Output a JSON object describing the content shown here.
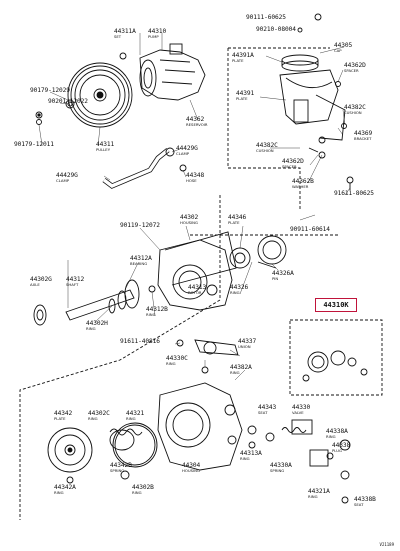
{
  "diagram": {
    "parts": [
      {
        "id": "p1",
        "number": "44311A",
        "desc": "SET"
      },
      {
        "id": "p2",
        "number": "44310",
        "desc": "PUMP"
      },
      {
        "id": "p3",
        "number": "90179-12029",
        "desc": ""
      },
      {
        "id": "p4",
        "number": "90201-12022",
        "desc": ""
      },
      {
        "id": "p5",
        "number": "90179-12011",
        "desc": ""
      },
      {
        "id": "p6",
        "number": "44311",
        "desc": "PULLEY"
      },
      {
        "id": "p7",
        "number": "44429G",
        "desc": "CLAMP"
      },
      {
        "id": "p8",
        "number": "44429G",
        "desc": "CLAMP"
      },
      {
        "id": "p9",
        "number": "44348",
        "desc": "HOSE"
      },
      {
        "id": "p10",
        "number": "44362",
        "desc": "RESERVOIR"
      },
      {
        "id": "p11",
        "number": "90119-12072",
        "desc": ""
      },
      {
        "id": "p12",
        "number": "44302",
        "desc": "HOUSING"
      },
      {
        "id": "p13",
        "number": "44346",
        "desc": "PLATE"
      },
      {
        "id": "p14",
        "number": "90911-60614",
        "desc": ""
      },
      {
        "id": "p15",
        "number": "44312A",
        "desc": "BEARING"
      },
      {
        "id": "p16",
        "number": "44302G",
        "desc": "AXLE"
      },
      {
        "id": "p17",
        "number": "44312",
        "desc": "SHAFT"
      },
      {
        "id": "p18",
        "number": "44313",
        "desc": "ROTOR"
      },
      {
        "id": "p19",
        "number": "44326",
        "desc": "RING"
      },
      {
        "id": "p20",
        "number": "44326A",
        "desc": "PIN"
      },
      {
        "id": "p21",
        "number": "44312B",
        "desc": "RING"
      },
      {
        "id": "p22",
        "number": "44302H",
        "desc": "RING"
      },
      {
        "id": "p23",
        "number": "91611-40816",
        "desc": ""
      },
      {
        "id": "p24",
        "number": "44337",
        "desc": "UNION"
      },
      {
        "id": "p25",
        "number": "44330C",
        "desc": "RING"
      },
      {
        "id": "p26",
        "number": "44382A",
        "desc": "RING"
      },
      {
        "id": "p27",
        "number": "44342",
        "desc": "PLATE"
      },
      {
        "id": "p28",
        "number": "44302C",
        "desc": "RING"
      },
      {
        "id": "p29",
        "number": "44321",
        "desc": "RING"
      },
      {
        "id": "p30",
        "number": "44343",
        "desc": "SEAT"
      },
      {
        "id": "p31",
        "number": "44330",
        "desc": "VALVE"
      },
      {
        "id": "p32",
        "number": "44338A",
        "desc": "RING"
      },
      {
        "id": "p33",
        "number": "44342B",
        "desc": "SPRING"
      },
      {
        "id": "p34",
        "number": "44304",
        "desc": "HOUSING"
      },
      {
        "id": "p35",
        "number": "44313A",
        "desc": "RING"
      },
      {
        "id": "p36",
        "number": "44330A",
        "desc": "SPRING"
      },
      {
        "id": "p37",
        "number": "44338",
        "desc": "PLUG"
      },
      {
        "id": "p38",
        "number": "44342A",
        "desc": "RING"
      },
      {
        "id": "p39",
        "number": "44302B",
        "desc": "RING"
      },
      {
        "id": "p40",
        "number": "44321A",
        "desc": "RING"
      },
      {
        "id": "p41",
        "number": "44338B",
        "desc": "SEAT"
      },
      {
        "id": "p42",
        "number": "90111-60625",
        "desc": ""
      },
      {
        "id": "p43",
        "number": "90210-08004",
        "desc": ""
      },
      {
        "id": "p44",
        "number": "44391A",
        "desc": "PLATE"
      },
      {
        "id": "p45",
        "number": "44305",
        "desc": "CAP"
      },
      {
        "id": "p46",
        "number": "44362D",
        "desc": "SPACER"
      },
      {
        "id": "p47",
        "number": "44391",
        "desc": "PLATE"
      },
      {
        "id": "p48",
        "number": "44382C",
        "desc": "CUSHION"
      },
      {
        "id": "p49",
        "number": "44369",
        "desc": "BRACKET"
      },
      {
        "id": "p50",
        "number": "44382C",
        "desc": "CUSHION"
      },
      {
        "id": "p51",
        "number": "44362D",
        "desc": "SPACER"
      },
      {
        "id": "p52",
        "number": "44362B",
        "desc": "WASHER"
      },
      {
        "id": "p53",
        "number": "91611-80625",
        "desc": ""
      }
    ],
    "highlight": {
      "number": "44310K",
      "color": "#c0133a"
    },
    "figure_code": "V21189"
  }
}
